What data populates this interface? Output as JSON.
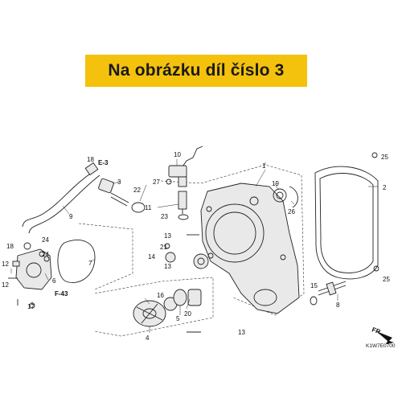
{
  "banner": {
    "text": "Na obrázku díl číslo 3",
    "color": "#f4c20d"
  },
  "callouts": {
    "c1": "1",
    "c2": "2",
    "c3": "3",
    "c4": "4",
    "c5": "5",
    "c6": "6",
    "c7": "7",
    "c8": "8",
    "c9": "9",
    "c10": "10",
    "c11": "11",
    "c12a": "12",
    "c12b": "12",
    "c13a": "13",
    "c13b": "13",
    "c13c": "13",
    "c14": "14",
    "c15": "15",
    "c16": "16",
    "c17": "17",
    "c18a": "18",
    "c18b": "18",
    "c19": "19",
    "c20": "20",
    "c21": "21",
    "c22": "22",
    "c23": "23",
    "c24a": "24",
    "c24b": "24",
    "c25a": "25",
    "c25b": "25",
    "c26": "26",
    "c27": "27"
  },
  "references": {
    "e3": "E-3",
    "f43": "F-43",
    "fr": "FR."
  },
  "diagram_code": "K1W7E0700"
}
